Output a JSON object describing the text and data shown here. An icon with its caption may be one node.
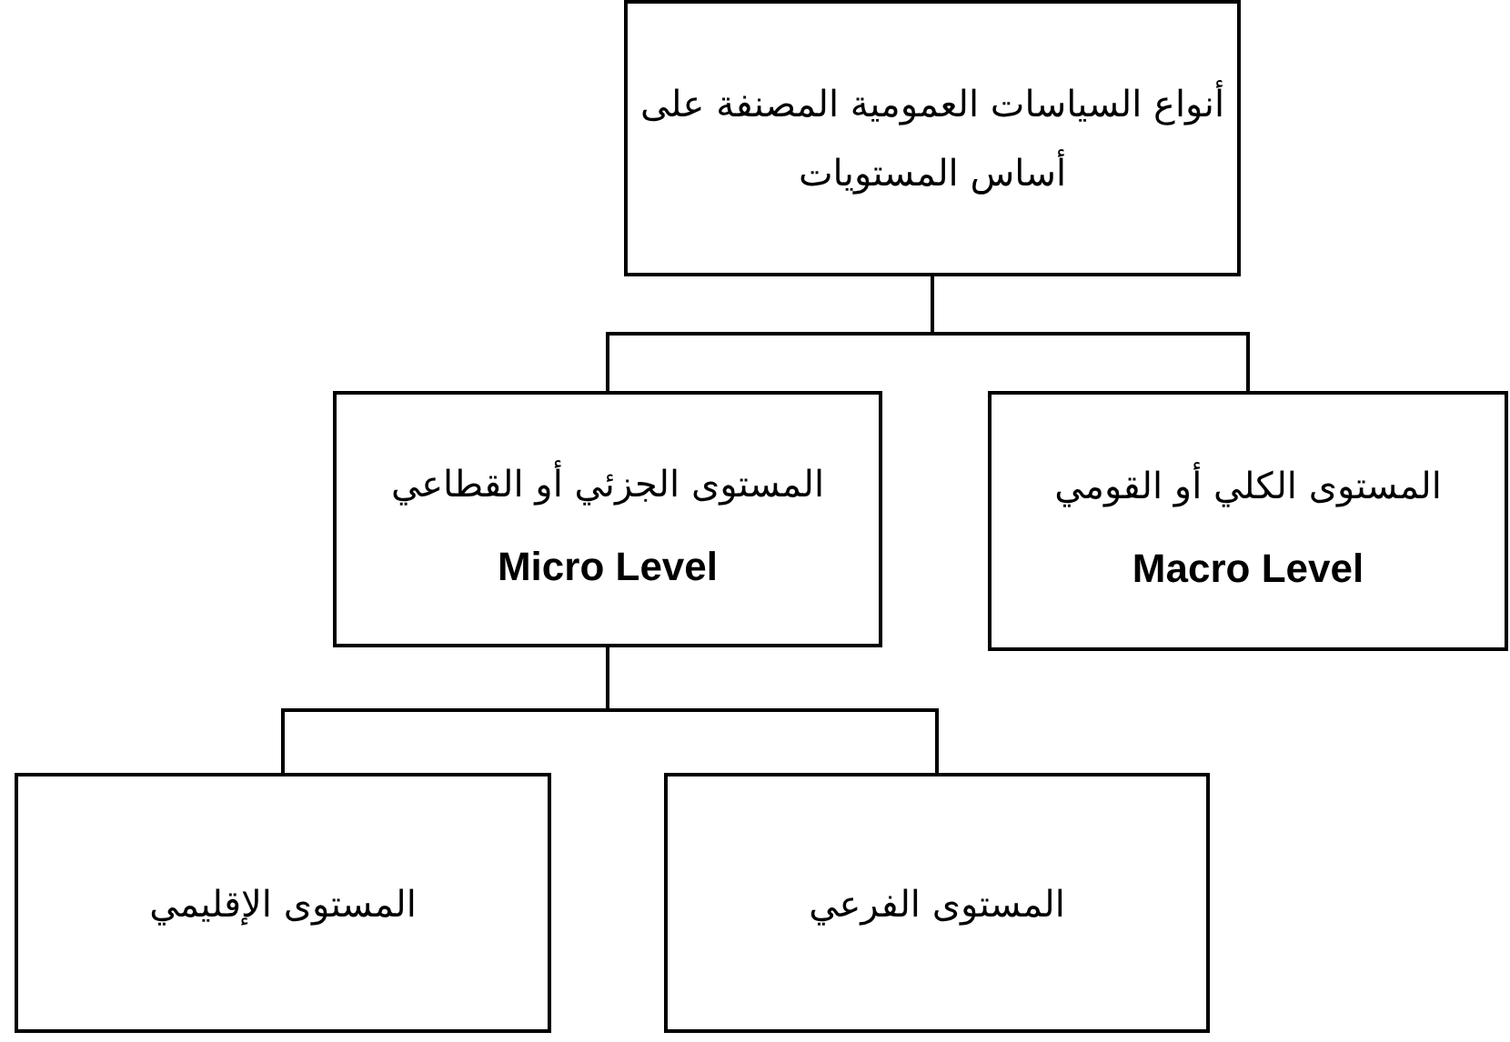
{
  "diagram": {
    "nodes": [
      {
        "text": [
          "أنواع السياسات العمومية المصنفة على أساس المستويات"
        ]
      },
      {
        "text": [
          "المستوى الجزئي أو القطاعي",
          "Micro Level"
        ]
      },
      {
        "text": [
          "المستوى الكلي أو القومي",
          "Macro Level"
        ]
      },
      {
        "text": [
          "المستوى الإقليمي"
        ]
      },
      {
        "text": [
          "المستوى الفرعي"
        ]
      }
    ],
    "edges": [
      {
        "from": 0,
        "to": 1,
        "arrow": "none"
      },
      {
        "from": 0,
        "to": 2,
        "arrow": "none"
      },
      {
        "from": 1,
        "to": 3,
        "arrow": "none"
      },
      {
        "from": 1,
        "to": 4,
        "arrow": "none"
      }
    ]
  }
}
